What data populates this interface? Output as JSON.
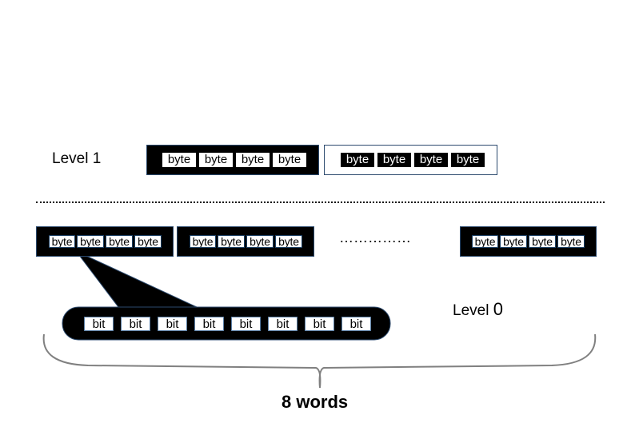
{
  "level1": {
    "label": "Level 1",
    "word_dark": [
      "byte",
      "byte",
      "byte",
      "byte"
    ],
    "word_light": [
      "byte",
      "byte",
      "byte",
      "byte"
    ]
  },
  "level0": {
    "label": "Level ",
    "label_number": "0",
    "words": [
      [
        "byte",
        "byte",
        "byte",
        "byte"
      ],
      [
        "byte",
        "byte",
        "byte",
        "byte"
      ],
      [
        "byte",
        "byte",
        "byte",
        "byte"
      ]
    ],
    "ellipsis": "……………",
    "bits": [
      "bit",
      "bit",
      "bit",
      "bit",
      "bit",
      "bit",
      "bit",
      "bit"
    ]
  },
  "brace_label": "8 words",
  "colors": {
    "word_fill": "#000000",
    "word_border": "#2c4a6e",
    "divider": "#000000",
    "brace": "#808080"
  }
}
